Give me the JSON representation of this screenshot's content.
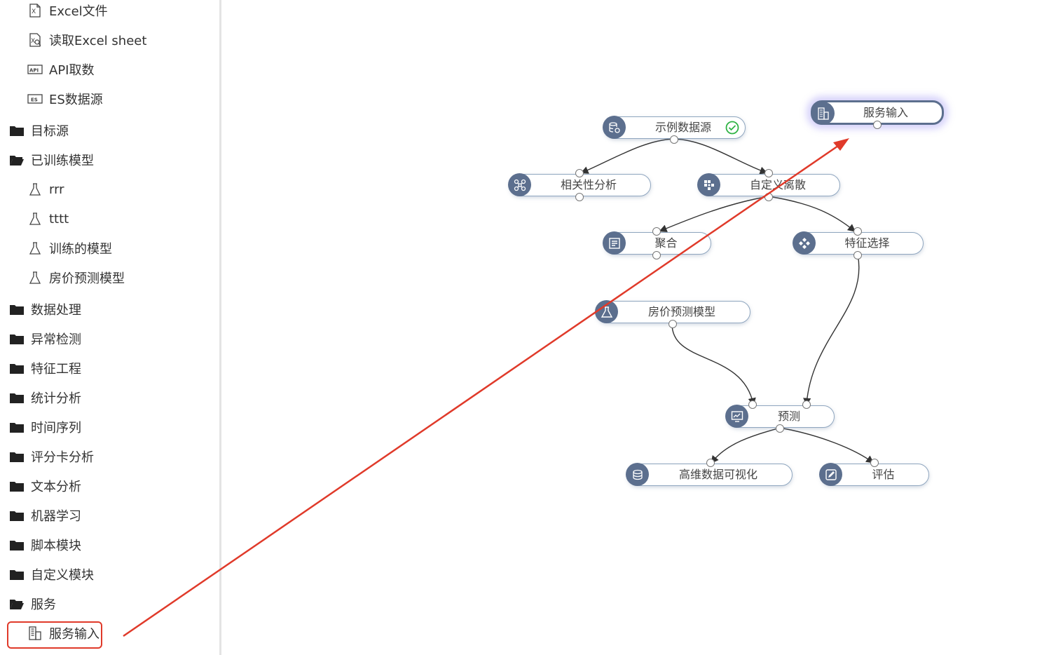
{
  "sidebar": {
    "items": [
      {
        "label": "Excel文件",
        "icon": "excel-file-icon",
        "type": "leaf"
      },
      {
        "label": "读取Excel sheet",
        "icon": "excel-sheet-icon",
        "type": "leaf"
      },
      {
        "label": "API取数",
        "icon": "api-icon",
        "type": "leaf"
      },
      {
        "label": "ES数据源",
        "icon": "es-icon",
        "type": "leaf"
      },
      {
        "label": "目标源",
        "icon": "folder-icon",
        "type": "folder"
      },
      {
        "label": "已训练模型",
        "icon": "folder-open-icon",
        "type": "folder"
      },
      {
        "label": "rrr",
        "icon": "flask-icon",
        "type": "leaf"
      },
      {
        "label": "tttt",
        "icon": "flask-icon",
        "type": "leaf"
      },
      {
        "label": "训练的模型",
        "icon": "flask-icon",
        "type": "leaf"
      },
      {
        "label": "房价预测模型",
        "icon": "flask-icon",
        "type": "leaf"
      },
      {
        "label": "数据处理",
        "icon": "folder-icon",
        "type": "folder"
      },
      {
        "label": "异常检测",
        "icon": "folder-icon",
        "type": "folder"
      },
      {
        "label": "特征工程",
        "icon": "folder-icon",
        "type": "folder"
      },
      {
        "label": "统计分析",
        "icon": "folder-icon",
        "type": "folder"
      },
      {
        "label": "时间序列",
        "icon": "folder-icon",
        "type": "folder"
      },
      {
        "label": "评分卡分析",
        "icon": "folder-icon",
        "type": "folder"
      },
      {
        "label": "文本分析",
        "icon": "folder-icon",
        "type": "folder"
      },
      {
        "label": "机器学习",
        "icon": "folder-icon",
        "type": "folder"
      },
      {
        "label": "脚本模块",
        "icon": "folder-icon",
        "type": "folder"
      },
      {
        "label": "自定义模块",
        "icon": "folder-icon",
        "type": "folder"
      },
      {
        "label": "服务",
        "icon": "folder-open-icon",
        "type": "folder"
      },
      {
        "label": "服务输入",
        "icon": "service-input-icon",
        "type": "leaf"
      }
    ]
  },
  "canvas": {
    "nodes": [
      {
        "id": "sample-data-source",
        "label": "示例数据源",
        "icon": "database-icon",
        "status": "success"
      },
      {
        "id": "service-input",
        "label": "服务输入",
        "icon": "service-input-icon",
        "status": "selected"
      },
      {
        "id": "correlation-analysis",
        "label": "相关性分析",
        "icon": "network-icon"
      },
      {
        "id": "custom-discretize",
        "label": "自定义离散",
        "icon": "grid-icon"
      },
      {
        "id": "aggregate",
        "label": "聚合",
        "icon": "aggregate-icon"
      },
      {
        "id": "feature-selection",
        "label": "特征选择",
        "icon": "feature-icon"
      },
      {
        "id": "price-model",
        "label": "房价预测模型",
        "icon": "flask-icon"
      },
      {
        "id": "predict",
        "label": "预测",
        "icon": "chart-monitor-icon"
      },
      {
        "id": "high-dim-viz",
        "label": "高维数据可视化",
        "icon": "layers-icon"
      },
      {
        "id": "evaluate",
        "label": "评估",
        "icon": "edit-icon"
      }
    ],
    "colors": {
      "node_icon_bg": "#5c6f8e",
      "node_border": "#8fa6bf",
      "annotation": "#e03a2a",
      "success": "#2fb344"
    }
  }
}
